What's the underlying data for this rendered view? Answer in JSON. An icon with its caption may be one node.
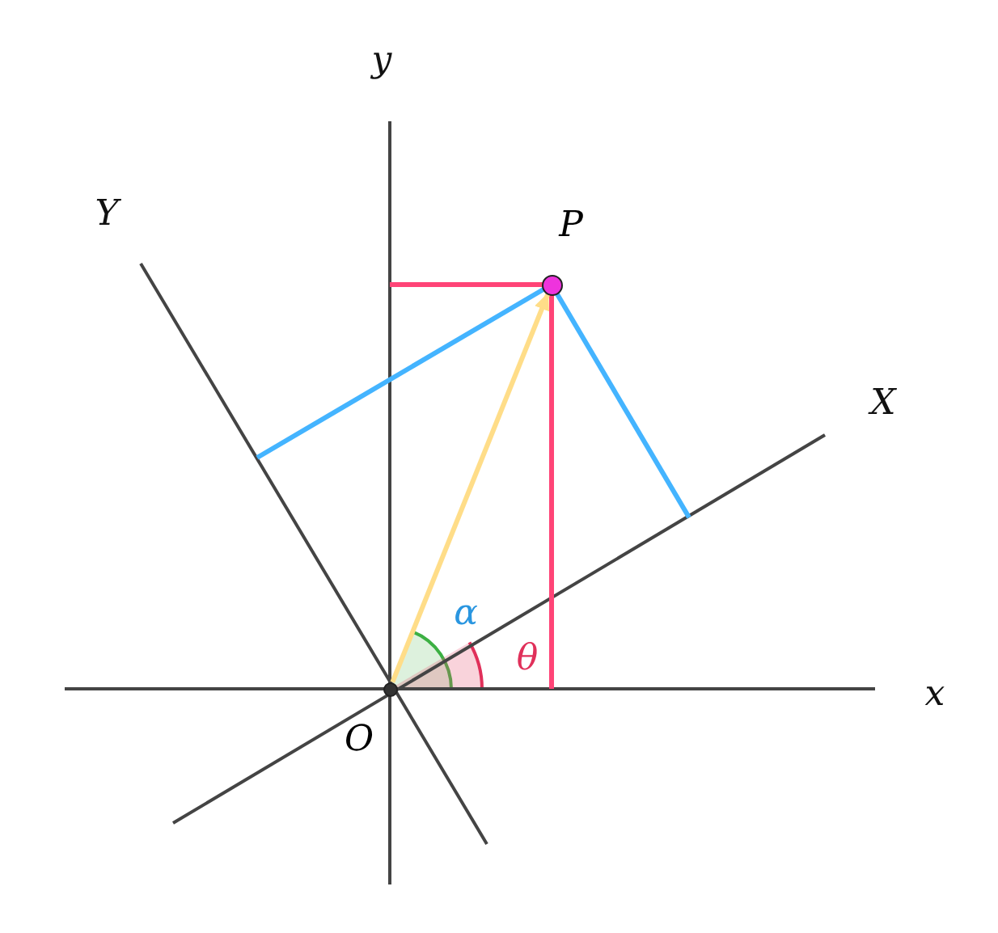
{
  "diagram": {
    "nodes": [
      {
        "text": [],
        "shape": "circle",
        "beside": [
          "O"
        ]
      },
      {
        "text": [],
        "shape": "circle",
        "beside": [
          "P"
        ]
      }
    ],
    "edges": [
      {
        "from": 0,
        "to": 1,
        "arrow": "to",
        "color": "#ffdd88"
      }
    ],
    "labels": [
      "y",
      "Y",
      "X",
      "x",
      "α",
      "θ"
    ]
  }
}
